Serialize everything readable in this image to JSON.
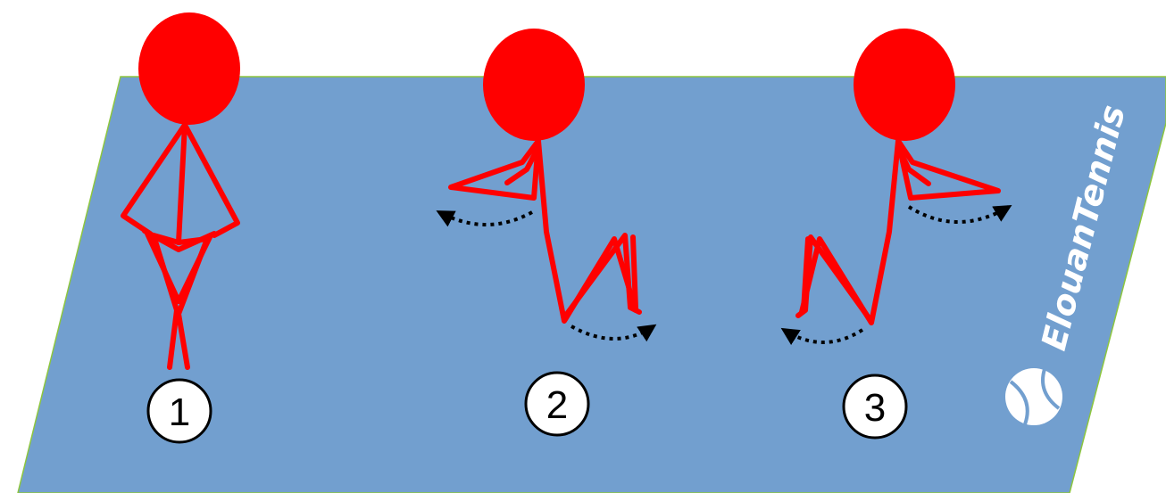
{
  "colors": {
    "court": "#729fcf",
    "court_edge": "#8dc63f",
    "figure": "#ff0000",
    "arrow": "#000000",
    "badge_fill": "#ffffff",
    "badge_stroke": "#000000",
    "brand": "#ffffff"
  },
  "steps": [
    {
      "label": "1"
    },
    {
      "label": "2"
    },
    {
      "label": "3"
    }
  ],
  "brand": {
    "name": "ElouanTennis",
    "icon": "tennis-ball-icon"
  }
}
